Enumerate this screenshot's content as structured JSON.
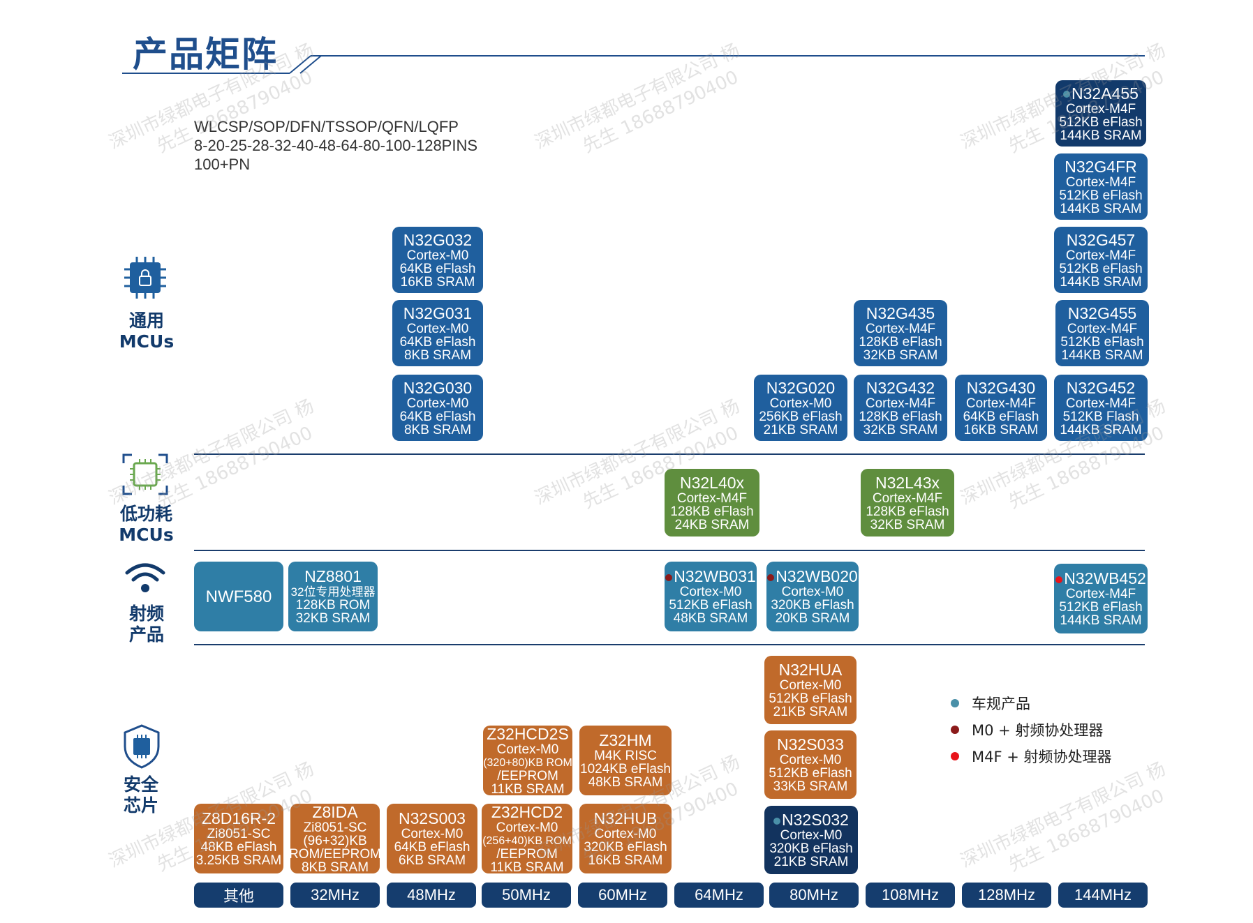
{
  "title": "产品矩阵",
  "packages": [
    "WLCSP/SOP/DFN/TSSOP/QFN/LQFP",
    "8-20-25-28-32-40-48-64-80-100-128PINS",
    "100+PN"
  ],
  "categories": {
    "general": [
      "通用",
      "MCUs"
    ],
    "lowpower": [
      "低功耗",
      "MCUs"
    ],
    "rf": [
      "射频",
      "产品"
    ],
    "security": [
      "安全",
      "芯片"
    ]
  },
  "chips": {
    "N32A455": {
      "name": "N32A455",
      "lines": [
        "Cortex-M4F",
        "512KB eFlash",
        "144KB SRAM"
      ]
    },
    "N32G4FR": {
      "name": "N32G4FR",
      "lines": [
        "Cortex-M4F",
        "512KB eFlash",
        "144KB SRAM"
      ]
    },
    "N32G457": {
      "name": "N32G457",
      "lines": [
        "Cortex-M4F",
        "512KB eFlash",
        "144KB SRAM"
      ]
    },
    "N32G455": {
      "name": "N32G455",
      "lines": [
        "Cortex-M4F",
        "512KB eFlash",
        "144KB SRAM"
      ]
    },
    "N32G452": {
      "name": "N32G452",
      "lines": [
        "Cortex-M4F",
        "512KB Flash",
        "144KB SRAM"
      ]
    },
    "N32G032": {
      "name": "N32G032",
      "lines": [
        "Cortex-M0",
        "64KB eFlash",
        "16KB SRAM"
      ]
    },
    "N32G031": {
      "name": "N32G031",
      "lines": [
        "Cortex-M0",
        "64KB eFlash",
        "8KB SRAM"
      ]
    },
    "N32G030": {
      "name": "N32G030",
      "lines": [
        "Cortex-M0",
        "64KB eFlash",
        "8KB SRAM"
      ]
    },
    "N32G435": {
      "name": "N32G435",
      "lines": [
        "Cortex-M4F",
        "128KB eFlash",
        "32KB SRAM"
      ]
    },
    "N32G020": {
      "name": "N32G020",
      "lines": [
        "Cortex-M0",
        "256KB eFlash",
        "21KB SRAM"
      ]
    },
    "N32G432": {
      "name": "N32G432",
      "lines": [
        "Cortex-M4F",
        "128KB eFlash",
        "32KB SRAM"
      ]
    },
    "N32G430": {
      "name": "N32G430",
      "lines": [
        "Cortex-M4F",
        "64KB eFlash",
        "16KB SRAM"
      ]
    },
    "N32L40x": {
      "name": "N32L40x",
      "lines": [
        "Cortex-M4F",
        "128KB eFlash",
        "24KB SRAM"
      ]
    },
    "N32L43x": {
      "name": "N32L43x",
      "lines": [
        "Cortex-M4F",
        "128KB eFlash",
        "32KB SRAM"
      ]
    },
    "NWF580": {
      "name": "NWF580",
      "lines": []
    },
    "NZ8801": {
      "name": "NZ8801",
      "lines": [
        "32位专用处理器",
        "128KB ROM",
        "32KB SRAM"
      ]
    },
    "N32WB031": {
      "name": "N32WB031",
      "lines": [
        "Cortex-M0",
        "512KB eFlash",
        "48KB SRAM"
      ]
    },
    "N32WB020": {
      "name": "N32WB020",
      "lines": [
        "Cortex-M0",
        "320KB eFlash",
        "20KB SRAM"
      ]
    },
    "N32WB452": {
      "name": "N32WB452",
      "lines": [
        "Cortex-M4F",
        "512KB eFlash",
        "144KB SRAM"
      ]
    },
    "N32HUA": {
      "name": "N32HUA",
      "lines": [
        "Cortex-M0",
        "512KB eFlash",
        "21KB SRAM"
      ]
    },
    "N32S033": {
      "name": "N32S033",
      "lines": [
        "Cortex-M0",
        "512KB eFlash",
        "33KB SRAM"
      ]
    },
    "N32S032": {
      "name": "N32S032",
      "lines": [
        "Cortex-M0",
        "320KB eFlash",
        "21KB SRAM"
      ]
    },
    "Z32HCD2S": {
      "name": "Z32HCD2S",
      "lines": [
        "Cortex-M0",
        "(320+80)KB ROM",
        "/EEPROM",
        "11KB SRAM"
      ]
    },
    "Z32HCD2": {
      "name": "Z32HCD2",
      "lines": [
        "Cortex-M0",
        "(256+40)KB ROM",
        "/EEPROM",
        "11KB SRAM"
      ]
    },
    "Z32HM": {
      "name": "Z32HM",
      "lines": [
        "M4K RISC",
        "1024KB eFlash",
        "48KB SRAM"
      ]
    },
    "N32HUB": {
      "name": "N32HUB",
      "lines": [
        "Cortex-M0",
        "320KB eFlash",
        "16KB SRAM"
      ]
    },
    "Z8D16R2": {
      "name": "Z8D16R-2",
      "lines": [
        "Zi8051-SC",
        "48KB eFlash",
        "3.25KB SRAM"
      ]
    },
    "Z8IDA": {
      "name": "Z8IDA",
      "lines": [
        "Zi8051-SC",
        "(96+32)KB",
        "ROM/EEPROM",
        "8KB SRAM"
      ]
    },
    "N32S003": {
      "name": "N32S003",
      "lines": [
        "Cortex-M0",
        "64KB eFlash",
        "6KB SRAM"
      ]
    }
  },
  "axis": [
    "其他",
    "32MHz",
    "48MHz",
    "50MHz",
    "60MHz",
    "64MHz",
    "80MHz",
    "108MHz",
    "128MHz",
    "144MHz"
  ],
  "legend": [
    {
      "label": "车规产品",
      "color": "#4a90a8"
    },
    {
      "label": "M0 + 射频协处理器",
      "color": "#8b1a1a"
    },
    {
      "label": "M4F + 射频协处理器",
      "color": "#e8141a"
    }
  ],
  "watermark": [
    "深圳市绿都电子有限公司 杨",
    "先生 18688790400"
  ],
  "colors": {
    "navy": "#123a6b",
    "blue": "#1f5f9e",
    "teal": "#2f7ea6",
    "green": "#5f8e3e",
    "orange": "#c06a2b"
  }
}
